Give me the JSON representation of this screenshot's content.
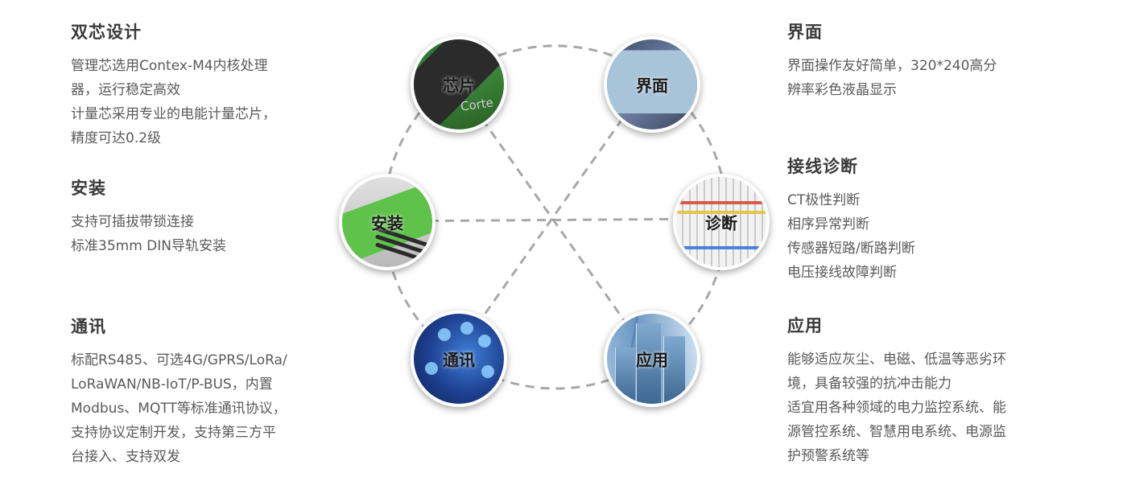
{
  "features": {
    "dual": {
      "title": "双芯设计",
      "lines": [
        "管理芯选用Contex-M4内核处理",
        "器，运行稳定高效",
        "计量芯采用专业的电能计量芯片，",
        "精度可达0.2级"
      ]
    },
    "install": {
      "title": "安装",
      "lines": [
        "支持可插拔带锁连接",
        "标准35mm DIN导轨安装"
      ]
    },
    "comm": {
      "title": "通讯",
      "lines": [
        "标配RS485、可选4G/GPRS/LoRa/",
        "LoRaWAN/NB-IoT/P-BUS，内置",
        "Modbus、MQTT等标准通讯协议，",
        "支持协议定制开发，支持第三方平",
        "台接入、支持双发"
      ]
    },
    "ui": {
      "title": "界面",
      "lines": [
        "界面操作友好简单，320*240高分",
        "辨率彩色液晶显示"
      ]
    },
    "diag": {
      "title": "接线诊断",
      "lines": [
        "CT极性判断",
        "相序异常判断",
        "传感器短路/断路判断",
        "电压接线故障判断"
      ]
    },
    "app": {
      "title": "应用",
      "lines": [
        "能够适应灰尘、电磁、低温等恶劣环",
        "境，具备较强的抗冲击能力",
        "适宜用各种领域的电力监控系统、能",
        "源管控系统、智慧用电系统、电源监",
        "护预警系统等"
      ]
    }
  },
  "nodes": {
    "chip": {
      "label": "芯片",
      "icon": "chip-photo"
    },
    "screen": {
      "label": "界面",
      "icon": "lcd-screen-photo"
    },
    "install": {
      "label": "安装",
      "icon": "terminal-connector-photo"
    },
    "diag": {
      "label": "诊断",
      "icon": "wiring-terminals-photo"
    },
    "comm": {
      "label": "通讯",
      "icon": "network-icons-photo"
    },
    "app": {
      "label": "应用",
      "icon": "skyscrapers-photo"
    }
  },
  "colors": {
    "title": "#3a3a3a",
    "text": "#5a5a5a",
    "dashed_line": "#a8a8a8"
  }
}
